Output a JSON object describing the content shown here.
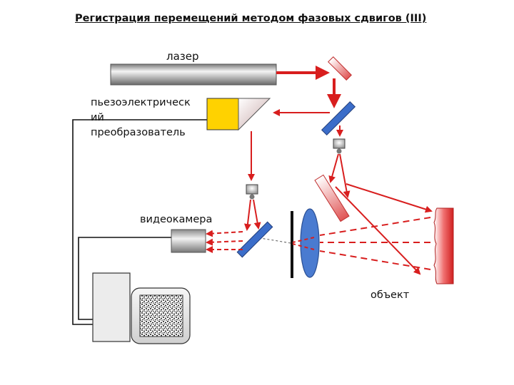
{
  "title": "Регистрация перемещений методом фазовых сдвигов (III)",
  "labels": {
    "laser": "лазер",
    "piezo": "пьезоэлектрическ\nий\nпреобразователь",
    "camera": "видеокамера",
    "object": "объект"
  },
  "colors": {
    "beam": "#d81e1e",
    "mirror_blue": "#3b6dc9",
    "piezo_yellow": "#ffd200",
    "lens_blue": "#4a7bd0",
    "wire": "#111111"
  }
}
